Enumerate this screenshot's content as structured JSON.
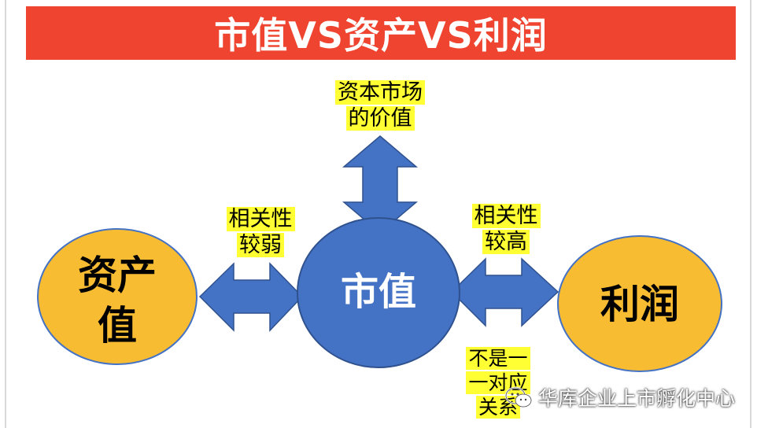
{
  "title": "市值VS资产VS利润",
  "nodes": {
    "assets": {
      "line1": "资产",
      "line2": "值"
    },
    "market_cap": {
      "label": "市值"
    },
    "profit": {
      "label": "利润"
    }
  },
  "labels": {
    "capital_market_value": {
      "line1": "资本市场",
      "line2": "的价值"
    },
    "weak_correlation": {
      "line1": "相关性",
      "line2": "较弱"
    },
    "high_correlation": {
      "line1": "相关性",
      "line2": "较高"
    },
    "not_one_to_one": {
      "line1": "不是一",
      "line2": "一对应",
      "line3": "关系"
    }
  },
  "watermark": {
    "text": "华库企业上市孵化中心"
  },
  "colors": {
    "banner": "#ee4430",
    "highlight": "#ffff33",
    "orange_circle": "#f8bc33",
    "blue": "#4472c4"
  }
}
